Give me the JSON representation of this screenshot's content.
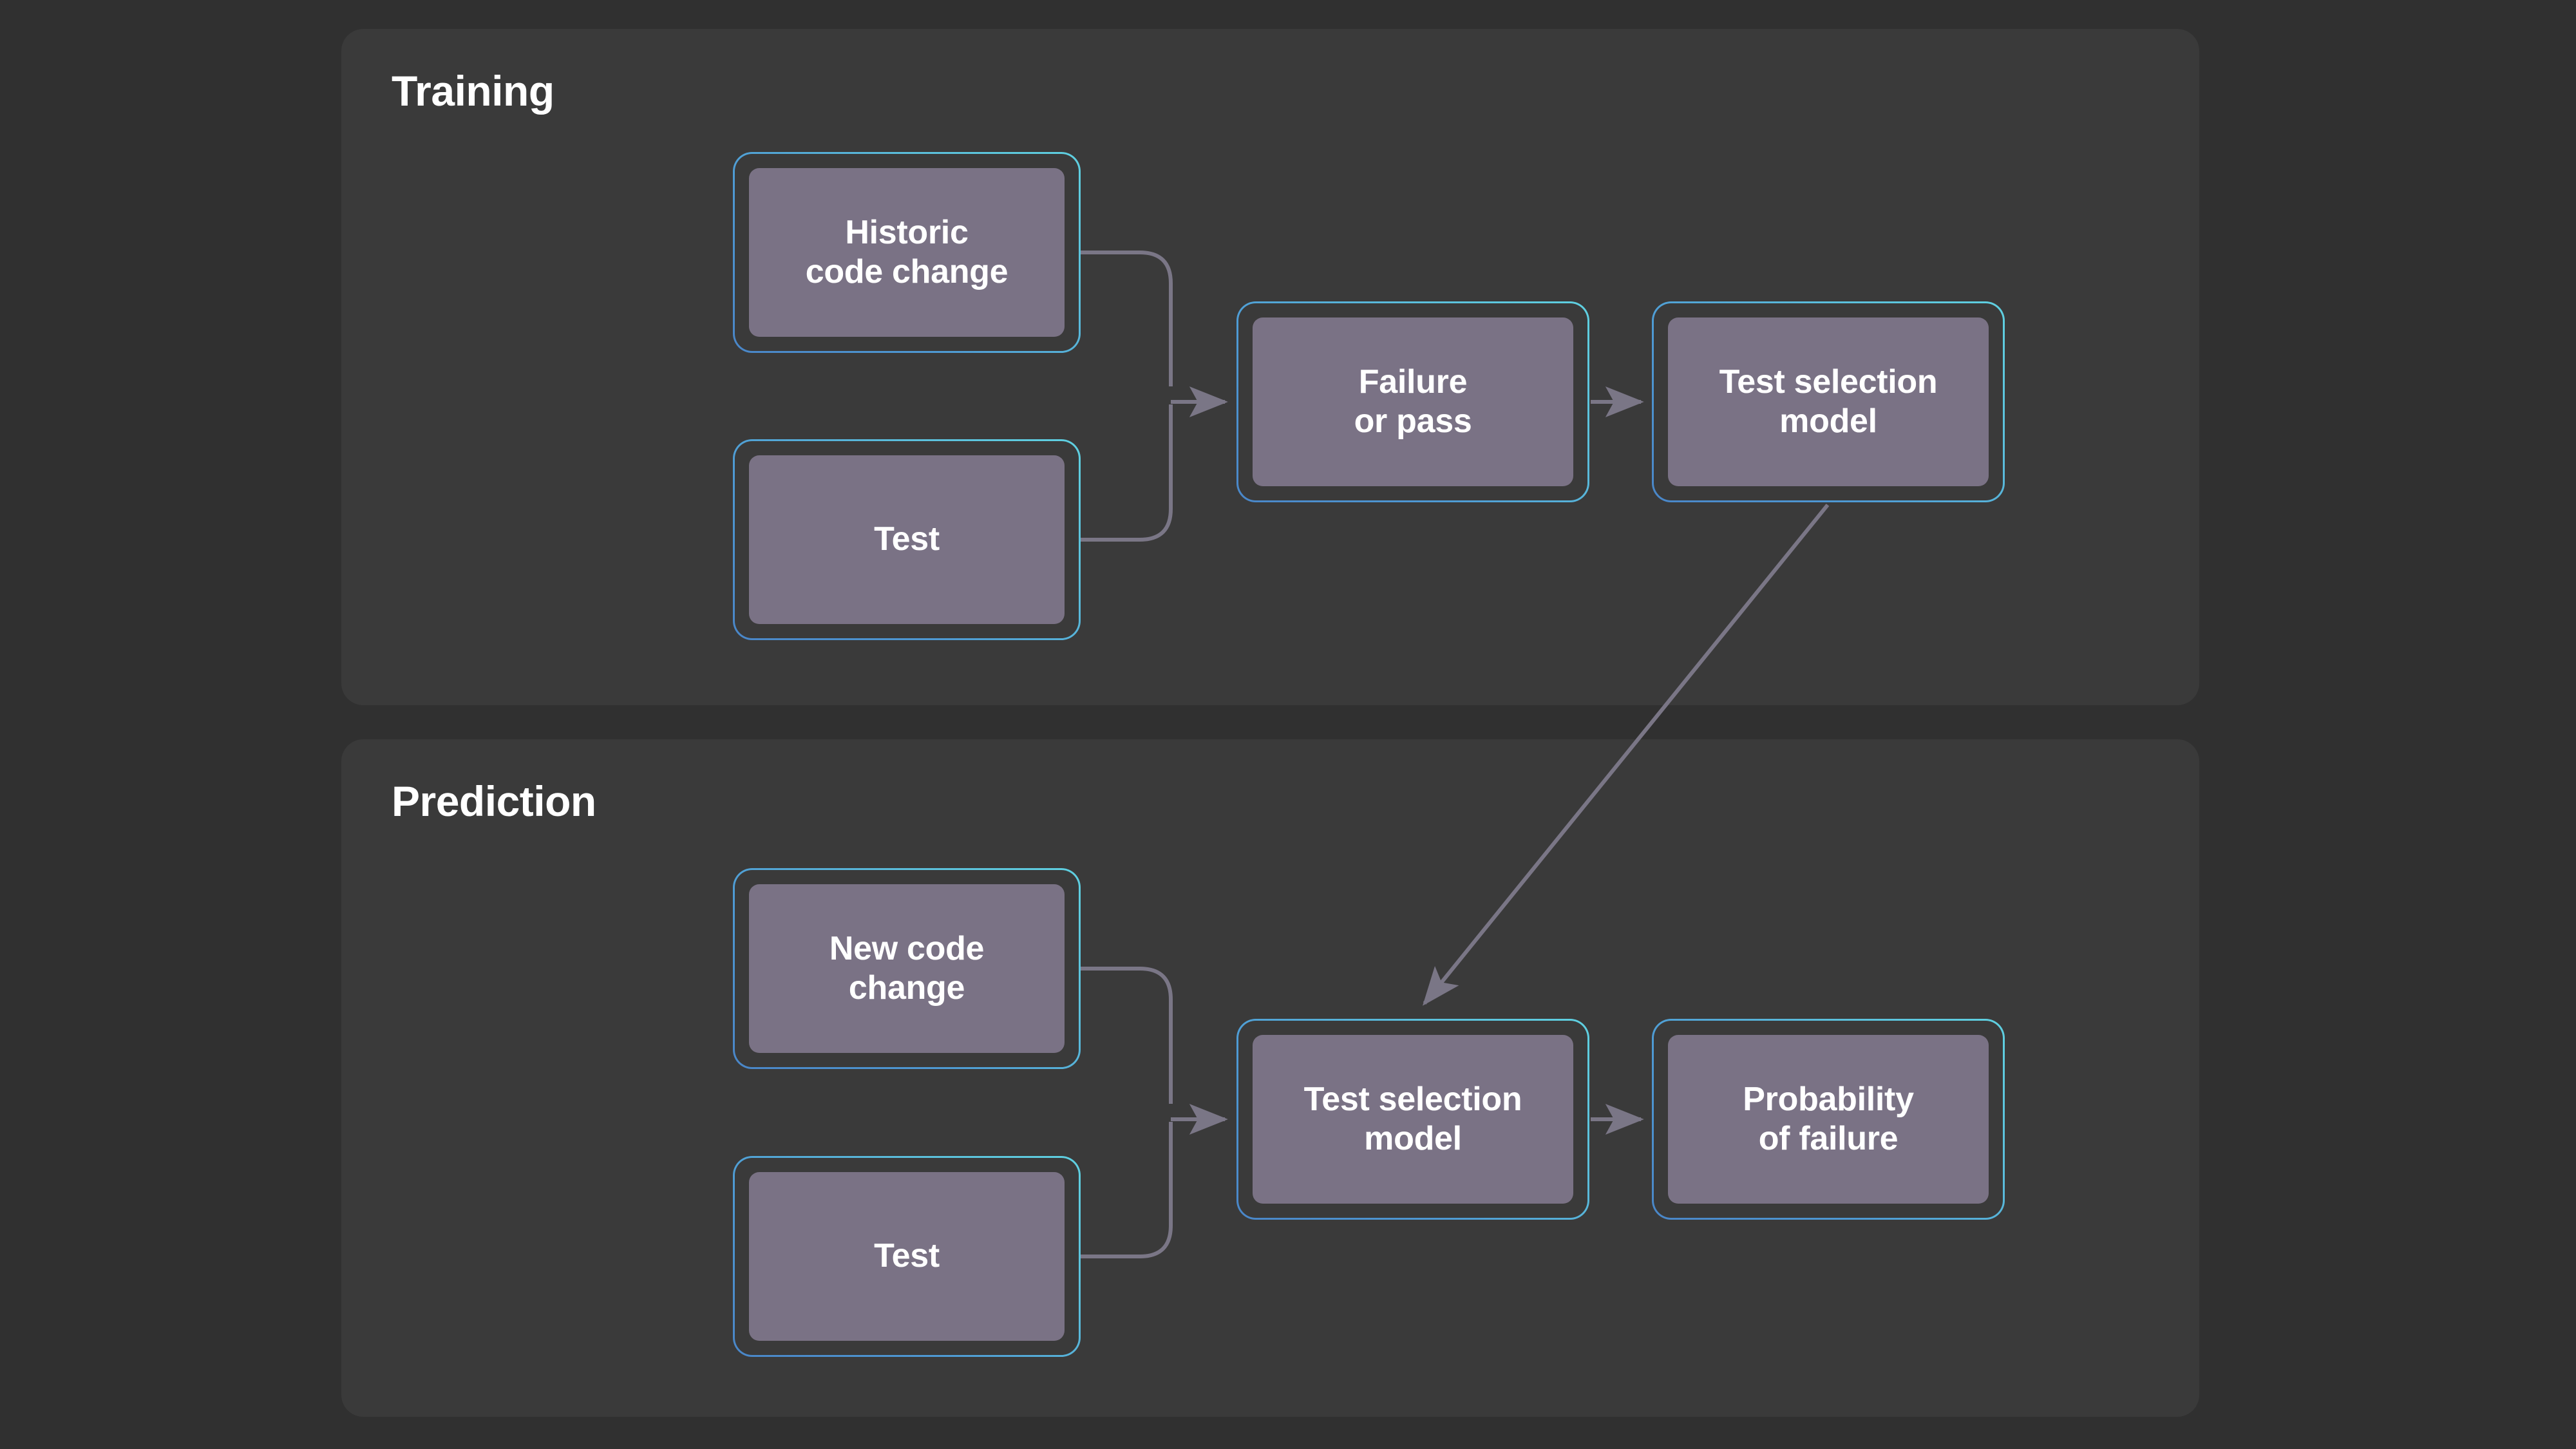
{
  "page": {
    "background_color": "#303030",
    "panel_color": "#3a3a3a",
    "node_fill_color": "#7a7285",
    "node_border_gradient_start": "#4a86c8",
    "node_border_gradient_end": "#5fd0e0",
    "connector_color": "#7a7686",
    "text_color": "#ffffff"
  },
  "sections": [
    {
      "id": "training",
      "title": "Training",
      "nodes": [
        {
          "id": "historic-code-change",
          "label": "Historic\ncode change"
        },
        {
          "id": "train-test",
          "label": "Test"
        },
        {
          "id": "failure-or-pass",
          "label": "Failure\nor pass"
        },
        {
          "id": "train-model",
          "label": "Test selection\nmodel"
        }
      ]
    },
    {
      "id": "prediction",
      "title": "Prediction",
      "nodes": [
        {
          "id": "new-code-change",
          "label": "New code\nchange"
        },
        {
          "id": "pred-test",
          "label": "Test"
        },
        {
          "id": "pred-model",
          "label": "Test selection\nmodel"
        },
        {
          "id": "probability-of-failure",
          "label": "Probability\nof failure"
        }
      ]
    }
  ],
  "connectors": [
    {
      "id": "historic-to-failure",
      "from": "historic-code-change",
      "to": "failure-or-pass",
      "style": "elbow"
    },
    {
      "id": "train-test-to-failure",
      "from": "train-test",
      "to": "failure-or-pass",
      "style": "elbow"
    },
    {
      "id": "failure-to-train-model",
      "from": "failure-or-pass",
      "to": "train-model",
      "style": "straight"
    },
    {
      "id": "train-model-to-pred-model",
      "from": "train-model",
      "to": "pred-model",
      "style": "diagonal"
    },
    {
      "id": "new-code-to-pred-model",
      "from": "new-code-change",
      "to": "pred-model",
      "style": "elbow"
    },
    {
      "id": "pred-test-to-pred-model",
      "from": "pred-test",
      "to": "pred-model",
      "style": "elbow"
    },
    {
      "id": "pred-model-to-probability",
      "from": "pred-model",
      "to": "probability-of-failure",
      "style": "straight"
    }
  ]
}
